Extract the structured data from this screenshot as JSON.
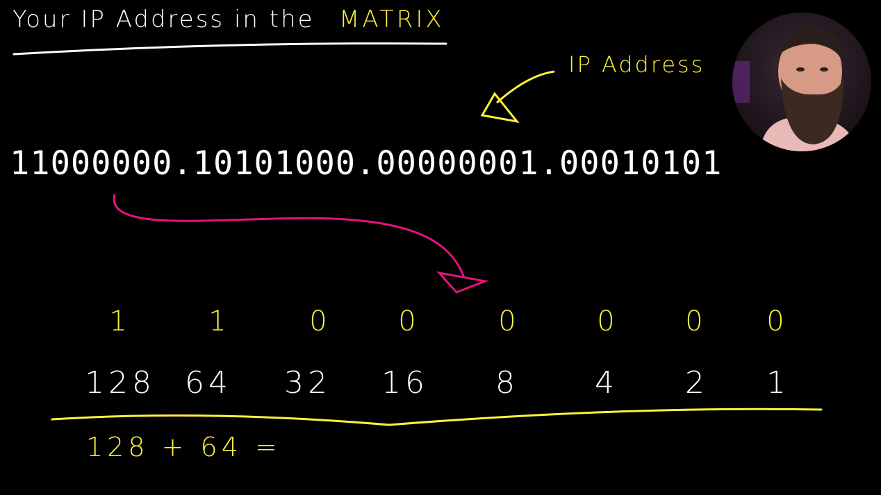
{
  "title": {
    "text": "Your IP Address in the",
    "accent": "MATRIX"
  },
  "annotation": {
    "ip_label": "IP Address"
  },
  "binary_ip": "11000000.10101000.00000001.00010101",
  "bits": [
    "1",
    "1",
    "0",
    "0",
    "0",
    "0",
    "0",
    "0"
  ],
  "weights": [
    "128",
    "64",
    "32",
    "16",
    "8",
    "4",
    "2",
    "1"
  ],
  "sum": "128 + 64 =",
  "colors": {
    "background": "#000000",
    "chalk_white": "#ffffff",
    "highlight_yellow": "#fff33b",
    "arrow_pink": "#e6127e"
  },
  "presenter": {
    "webcam": "webcam-overlay"
  }
}
